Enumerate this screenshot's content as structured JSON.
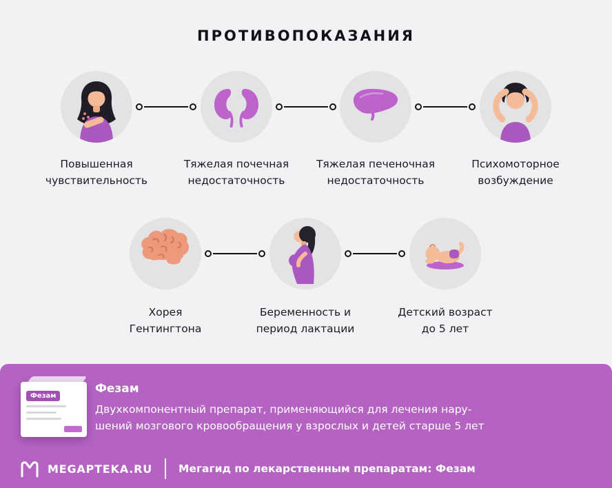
{
  "title": "ПРОТИВОПОКАЗАНИЯ",
  "rows": [
    {
      "items": [
        {
          "icon": "hypersensitivity-woman-icon",
          "label": "Повышенная\nчувствительность"
        },
        {
          "icon": "kidneys-icon",
          "label": "Тяжелая почечная\nнедостаточность"
        },
        {
          "icon": "liver-icon",
          "label": "Тяжелая печеночная\nнедостаточность"
        },
        {
          "icon": "psychomotor-agitation-icon",
          "label": "Психомоторное\nвозбуждение"
        }
      ]
    },
    {
      "items": [
        {
          "icon": "brain-icon",
          "label": "Хорея\nГентингтона"
        },
        {
          "icon": "pregnant-woman-icon",
          "label": "Беременность и\nпериод лактации"
        },
        {
          "icon": "baby-icon",
          "label": "Детский возраст\nдо 5 лет"
        }
      ]
    }
  ],
  "banner": {
    "product_name": "Фезам",
    "description": "Двухкомпонентный препарат, применяющийся для лечения нару-\nшений мозгового кровообращения у взрослых и детей старше 5 лет",
    "box_label": "Фезам"
  },
  "footer": {
    "brand": "MEGAPTEKA.RU",
    "caption": "Мегагид по лекарственным препаратам: Фезам"
  },
  "colors": {
    "background": "#f2f2f4",
    "circle_gray": "#e3e3e5",
    "accent_purple": "#bd63cb",
    "clothes_purple": "#a958c0",
    "banner_purple": "#b463c3",
    "brain_salmon": "#ec9a7b",
    "skin": "#f3bb97",
    "line_black": "#141414",
    "text_dark": "#1b1b20",
    "text_white": "#ffffff"
  }
}
